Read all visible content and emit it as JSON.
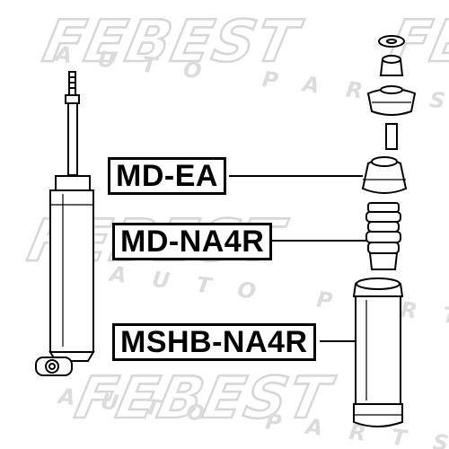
{
  "watermark": {
    "brand": "FEBEST",
    "tagline": "AUTO PARTS"
  },
  "parts": [
    {
      "part_number": "MD-EA"
    },
    {
      "part_number": "MD-NA4R"
    },
    {
      "part_number": "MSHB-NA4R"
    }
  ],
  "colors": {
    "line": "#000000",
    "watermark": "#d7d7d7",
    "background": "#ffffff"
  }
}
